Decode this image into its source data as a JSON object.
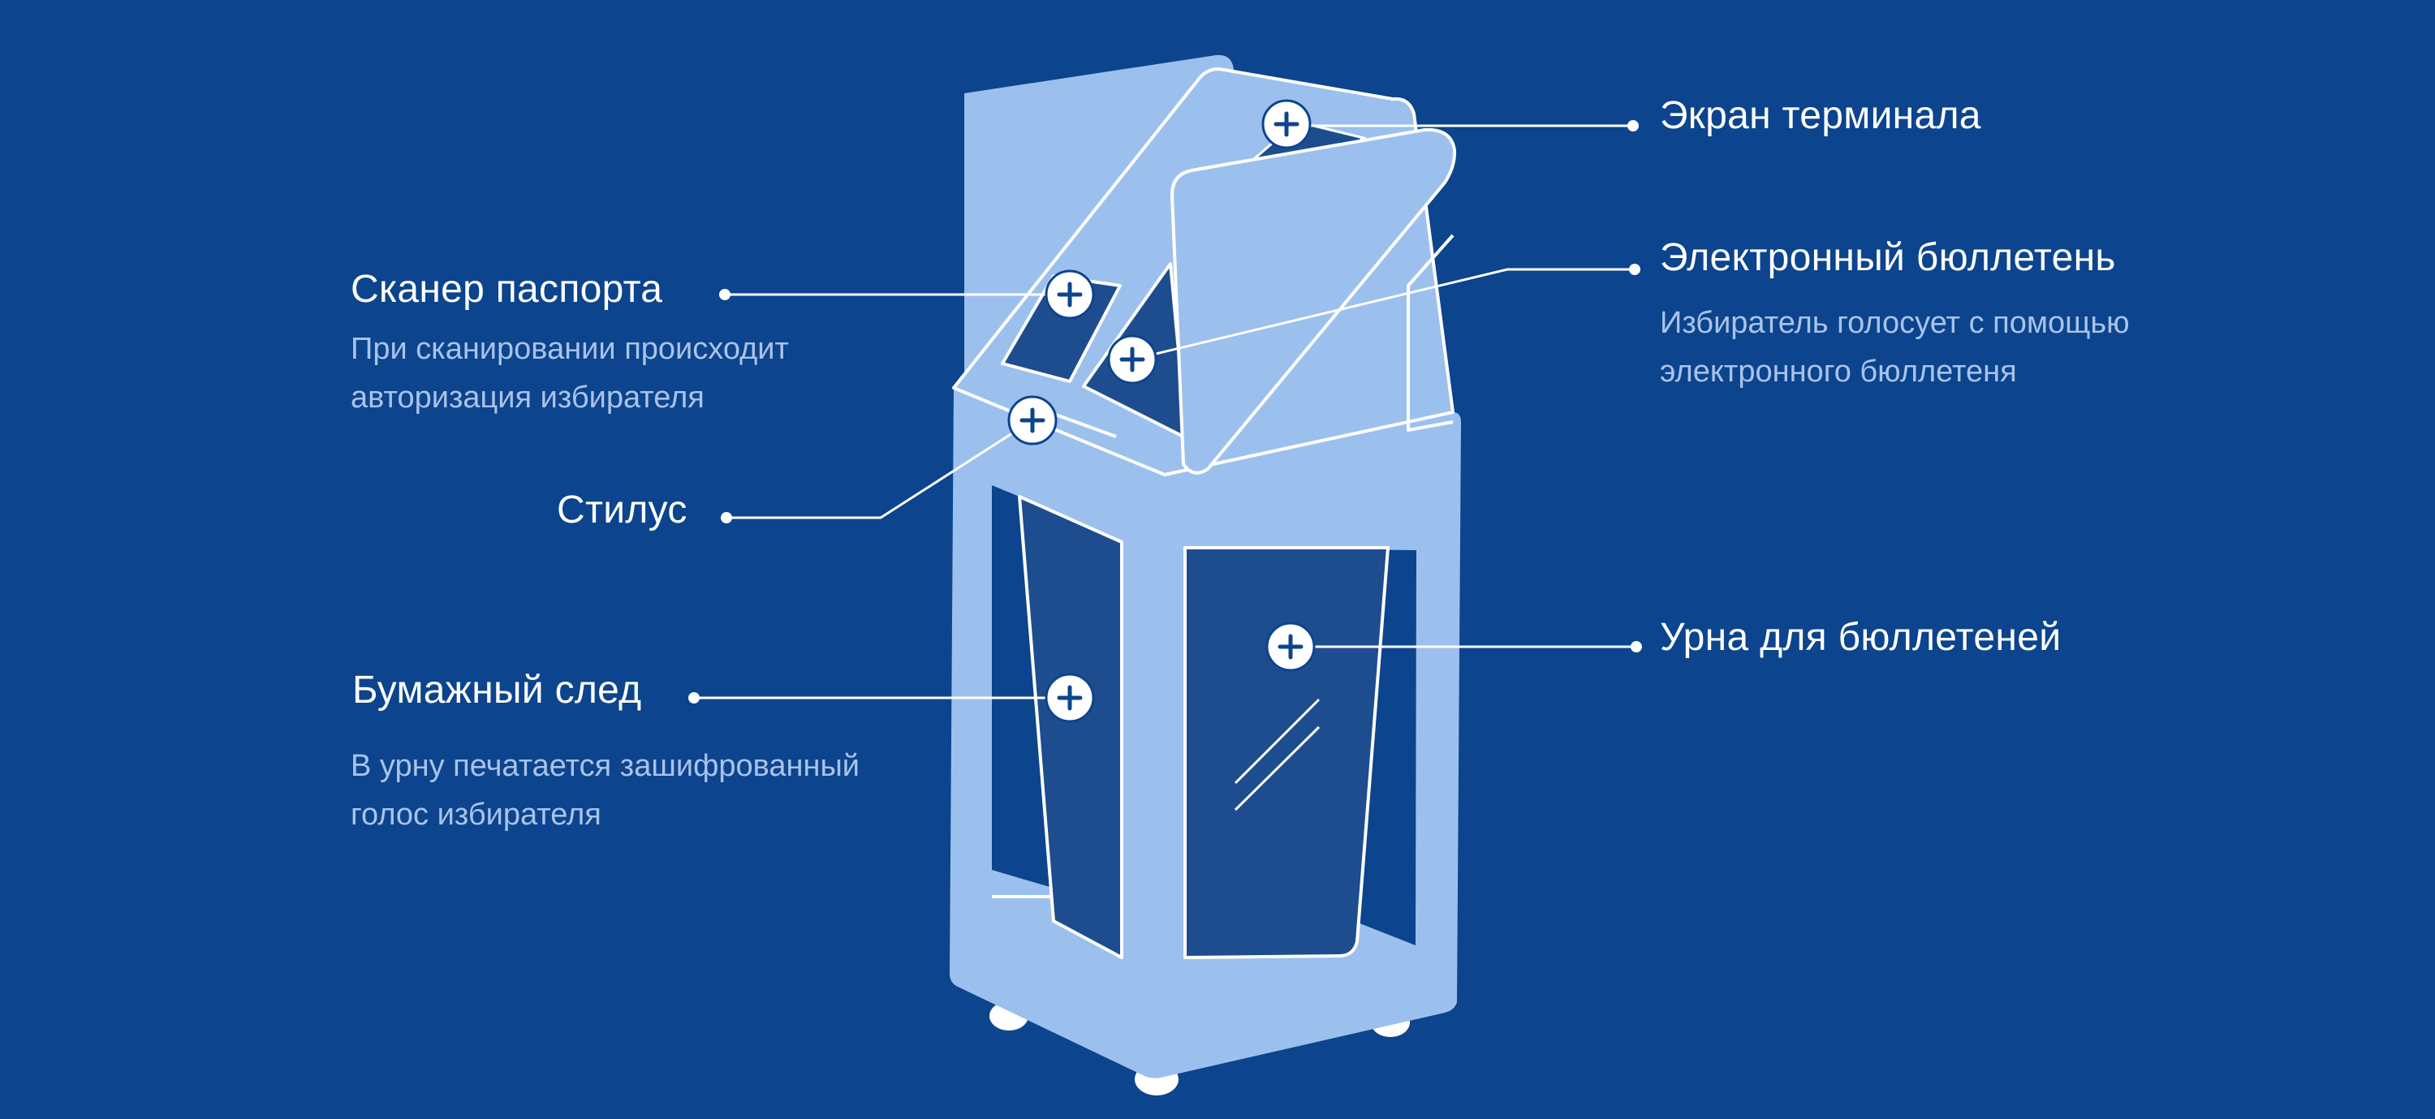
{
  "colors": {
    "background": "#0c448d",
    "body": "#9cc0ee",
    "panel": "#1e4d8f",
    "outline": "#ffffff",
    "label": "#ffffff",
    "description": "#a9c3ea",
    "hotspot_fill": "#ffffff",
    "hotspot_plus": "#0c448d"
  },
  "callouts": {
    "screen": {
      "label": "Экран терминала",
      "icon": "plus-circle-icon"
    },
    "ballot": {
      "label": "Электронный бюллетень",
      "desc_line1": "Избиратель голосует с помощью",
      "desc_line2": "электронного бюллетеня",
      "icon": "plus-circle-icon"
    },
    "scanner": {
      "label": "Сканер паспорта",
      "desc_line1": "При сканировании происходит",
      "desc_line2": "авторизация избирателя",
      "icon": "plus-circle-icon"
    },
    "stylus": {
      "label": "Стилус",
      "icon": "plus-circle-icon"
    },
    "paper_trail": {
      "label": "Бумажный след",
      "desc_line1": "В урну печатается зашифрованный",
      "desc_line2": "голос избирателя",
      "icon": "plus-circle-icon"
    },
    "urn": {
      "label": "Урна для бюллетеней",
      "icon": "plus-circle-icon"
    }
  }
}
